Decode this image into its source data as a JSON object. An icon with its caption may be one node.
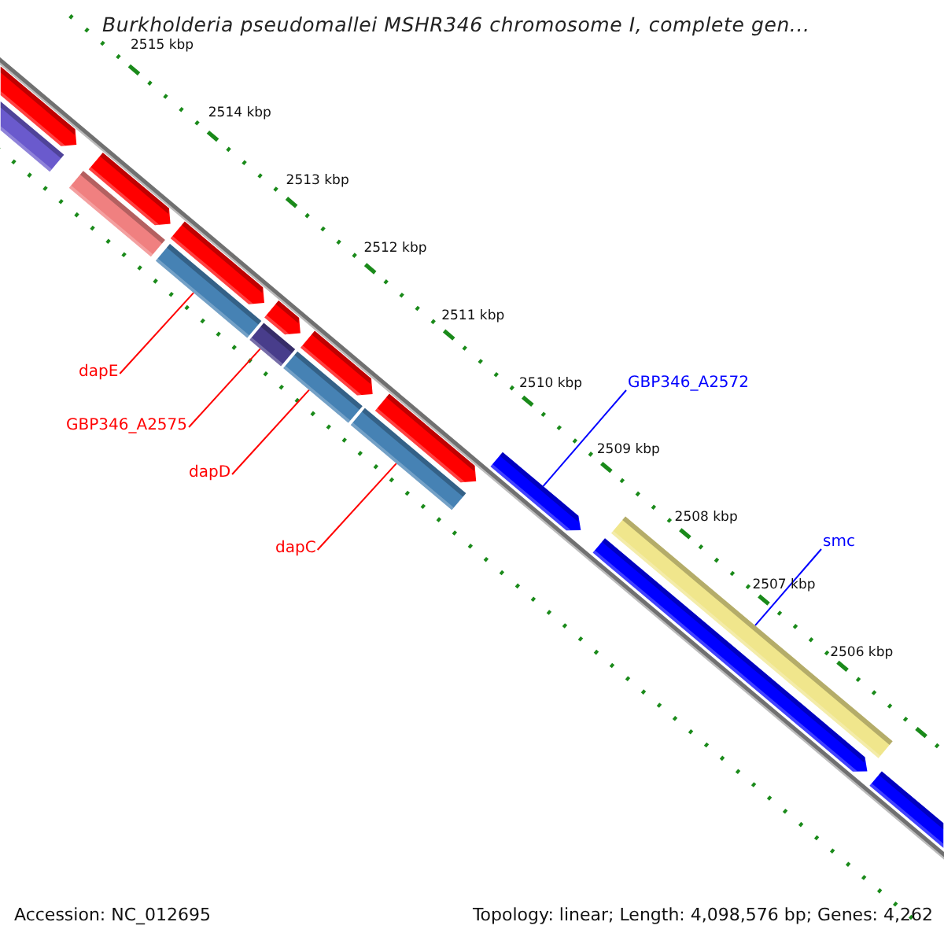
{
  "diagram": {
    "title": "Burkholderia pseudomallei MSHR346 chromosome I, complete gen...",
    "nodes": [
      {
        "text": [
          "dapE"
        ]
      },
      {
        "text": [
          "GBP346_A2575"
        ]
      },
      {
        "text": [
          "dapD"
        ]
      },
      {
        "text": [
          "dapC"
        ]
      },
      {
        "text": [
          "GBP346_A2572"
        ]
      },
      {
        "text": [
          "smc"
        ]
      },
      {
        "text": [],
        "shape": "bar"
      },
      {
        "text": [],
        "shape": "pentagon"
      },
      {
        "text": [],
        "shape": "bar"
      },
      {
        "text": [],
        "shape": "pentagon"
      },
      {
        "text": [],
        "shape": "pentagon"
      },
      {
        "text": [],
        "shape": "bar"
      },
      {
        "text": [],
        "shape": "pentagon"
      },
      {
        "text": [],
        "shape": "bar"
      },
      {
        "text": [],
        "shape": "pentagon"
      },
      {
        "text": [],
        "shape": "bar"
      },
      {
        "text": [],
        "shape": "pentagon"
      },
      {
        "text": [],
        "shape": "bar"
      },
      {
        "text": [],
        "shape": "pentagon"
      },
      {
        "text": [],
        "shape": "pentagon"
      },
      {
        "text": [],
        "shape": "bar"
      },
      {
        "text": [],
        "shape": "pentagon"
      }
    ],
    "edges": [
      {
        "from": 0,
        "to": 11,
        "arrow": "none"
      },
      {
        "from": 1,
        "to": 13,
        "arrow": "none"
      },
      {
        "from": 2,
        "to": 15,
        "arrow": "none"
      },
      {
        "from": 3,
        "to": 17,
        "arrow": "none"
      },
      {
        "from": 4,
        "to": 18,
        "arrow": "none",
        "color": "#0000ff"
      },
      {
        "from": 5,
        "to": 20,
        "arrow": "none",
        "color": "#0000ff"
      }
    ],
    "labels": [
      "2515 kbp",
      "2514 kbp",
      "2513 kbp",
      "2512 kbp",
      "2511 kbp",
      "2510 kbp",
      "2509 kbp",
      "2508 kbp",
      "2507 kbp",
      "2506 kbp",
      "Accession: NC_012695",
      "Topology: linear; Length: 4,098,576 bp; Genes: 4,262"
    ]
  }
}
